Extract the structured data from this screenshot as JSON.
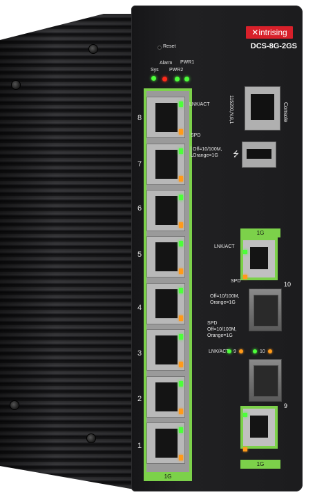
{
  "device": {
    "brand": "intrising",
    "model": "DCS-8G-2GS"
  },
  "labels": {
    "reset": "Reset",
    "sys": "Sys",
    "alarm": "Alarm",
    "pwr1": "PWR1",
    "pwr2": "PWR2",
    "lnk_act": "LNK/ACT",
    "spd": "SPD",
    "spd_note_1": "Off=10/100M,",
    "spd_note_2": "Orange=1G",
    "baud": "115200,N,8,1",
    "console": "Console",
    "usb_symbol": "⭍",
    "gig_label": "1G",
    "port_10": "10",
    "port_9": "9",
    "lnk_act_9": "9",
    "lnk_act_10": "10"
  },
  "port_numbers": [
    "8",
    "7",
    "6",
    "5",
    "4",
    "3",
    "2",
    "1"
  ],
  "colors": {
    "led_green": "#4dff3a",
    "led_red": "#ff2a1a",
    "led_orange": "#ff9a1a",
    "frame_green": "#7cd14a",
    "brand_red": "#d8202a"
  }
}
